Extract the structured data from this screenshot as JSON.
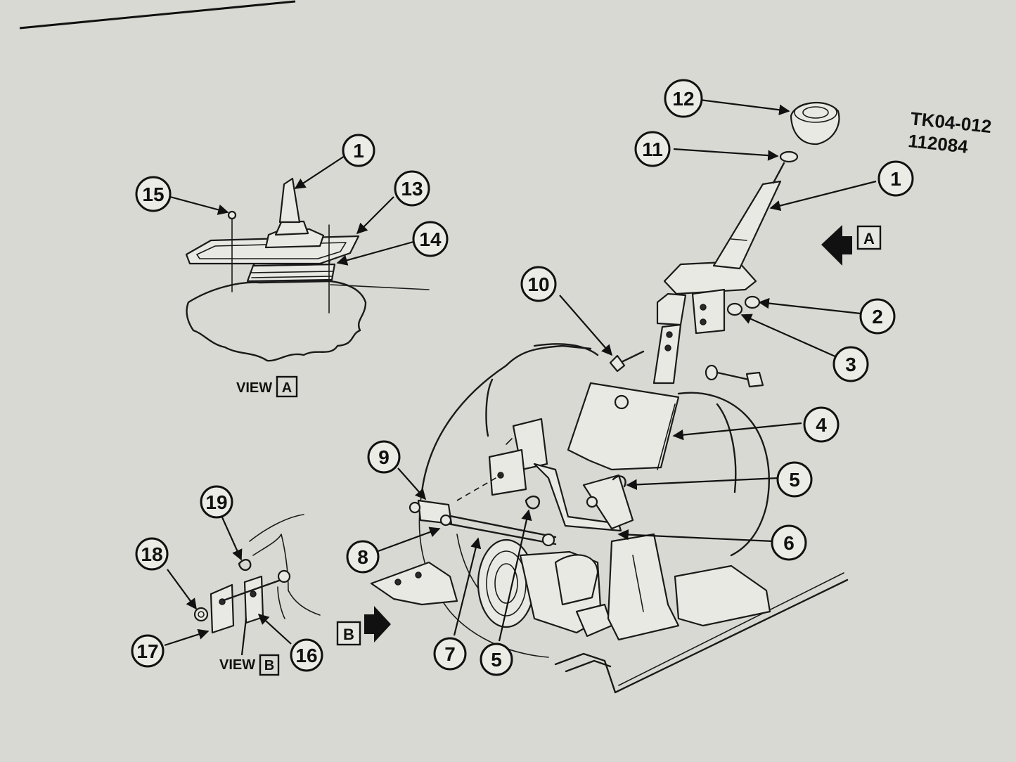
{
  "figure_id": {
    "line1": "TK04-012",
    "line2": "112084"
  },
  "views": {
    "view_a_word": "VIEW",
    "view_a_letter": "A",
    "view_b_word": "VIEW",
    "view_b_letter": "B",
    "arrow_a_letter": "A",
    "arrow_b_letter": "B"
  },
  "callouts": [
    "1",
    "1",
    "2",
    "3",
    "4",
    "5",
    "5",
    "6",
    "7",
    "8",
    "9",
    "10",
    "11",
    "12",
    "13",
    "14",
    "15",
    "16",
    "17",
    "18",
    "19"
  ],
  "colors": {
    "paper": "#d9d9d3",
    "ink": "#1a1a1a"
  }
}
